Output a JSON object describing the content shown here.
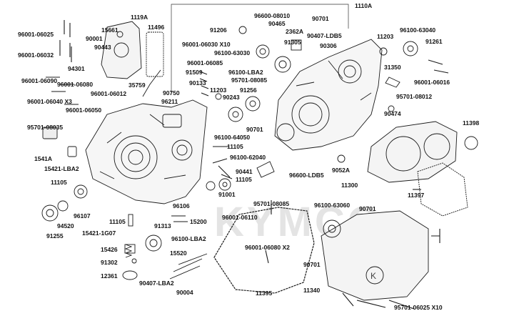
{
  "diagram": {
    "watermark": "KYMCO",
    "labels": [
      {
        "id": "p_1119A",
        "text": "1119A"
      },
      {
        "id": "p_15661",
        "text": "15661"
      },
      {
        "id": "p_90001",
        "text": "90001"
      },
      {
        "id": "p_90443",
        "text": "90443"
      },
      {
        "id": "p_11496",
        "text": "11496"
      },
      {
        "id": "p_96001_06025a",
        "text": "96001-06025"
      },
      {
        "id": "p_96001_06032",
        "text": "96001-06032"
      },
      {
        "id": "p_94301",
        "text": "94301"
      },
      {
        "id": "p_35759",
        "text": "35759"
      },
      {
        "id": "p_96001_06090",
        "text": "96001-06090"
      },
      {
        "id": "p_96001_06080",
        "text": "96001-06080"
      },
      {
        "id": "p_96001_06012",
        "text": "96001-06012"
      },
      {
        "id": "p_96001_06040",
        "text": "96001-06040 X3"
      },
      {
        "id": "p_96001_06050",
        "text": "96001-06050"
      },
      {
        "id": "p_95701_08035",
        "text": "95701-08035"
      },
      {
        "id": "p_1541A",
        "text": "1541A"
      },
      {
        "id": "p_15421_LBA2",
        "text": "15421-LBA2"
      },
      {
        "id": "p_11105a",
        "text": "11105"
      },
      {
        "id": "p_96107",
        "text": "96107"
      },
      {
        "id": "p_94520",
        "text": "94520"
      },
      {
        "id": "p_91255",
        "text": "91255"
      },
      {
        "id": "p_11105b",
        "text": "11105"
      },
      {
        "id": "p_15421_1G07",
        "text": "15421-1G07"
      },
      {
        "id": "p_15426",
        "text": "15426"
      },
      {
        "id": "p_91302",
        "text": "91302"
      },
      {
        "id": "p_12361",
        "text": "12361"
      },
      {
        "id": "p_1110A",
        "text": "1110A"
      },
      {
        "id": "p_96600_08010",
        "text": "96600-08010"
      },
      {
        "id": "p_90465",
        "text": "90465"
      },
      {
        "id": "p_90701a",
        "text": "90701"
      },
      {
        "id": "p_91206",
        "text": "91206"
      },
      {
        "id": "p_2362A",
        "text": "2362A"
      },
      {
        "id": "p_90407_LDB5",
        "text": "90407-LDB5"
      },
      {
        "id": "p_96001_06030",
        "text": "96001-06030 X10"
      },
      {
        "id": "p_96100_63030",
        "text": "96100-63030"
      },
      {
        "id": "p_91305",
        "text": "91305"
      },
      {
        "id": "p_90306",
        "text": "90306"
      },
      {
        "id": "p_96001_06085",
        "text": "96001-06085"
      },
      {
        "id": "p_91509",
        "text": "91509"
      },
      {
        "id": "p_96100_LBA2a",
        "text": "96100-LBA2"
      },
      {
        "id": "p_90133",
        "text": "90133"
      },
      {
        "id": "p_95701_08085a",
        "text": "95701-08085"
      },
      {
        "id": "p_90750",
        "text": "90750"
      },
      {
        "id": "p_11203a",
        "text": "11203"
      },
      {
        "id": "p_91256",
        "text": "91256"
      },
      {
        "id": "p_96211",
        "text": "96211"
      },
      {
        "id": "p_90243",
        "text": "90243"
      },
      {
        "id": "p_11203b",
        "text": "11203"
      },
      {
        "id": "p_96100_63040",
        "text": "96100-63040"
      },
      {
        "id": "p_91261",
        "text": "91261"
      },
      {
        "id": "p_31350",
        "text": "31350"
      },
      {
        "id": "p_96001_06016",
        "text": "96001-06016"
      },
      {
        "id": "p_95701_08012",
        "text": "95701-08012"
      },
      {
        "id": "p_90474",
        "text": "90474"
      },
      {
        "id": "p_90701b",
        "text": "90701"
      },
      {
        "id": "p_96100_64050",
        "text": "96100-64050"
      },
      {
        "id": "p_11105c",
        "text": "11105"
      },
      {
        "id": "p_96100_62040",
        "text": "96100-62040"
      },
      {
        "id": "p_11398",
        "text": "11398"
      },
      {
        "id": "p_90441",
        "text": "90441"
      },
      {
        "id": "p_11105d",
        "text": "11105"
      },
      {
        "id": "p_96600_LDB5",
        "text": "96600-LDB5"
      },
      {
        "id": "p_9052A",
        "text": "9052A"
      },
      {
        "id": "p_11300",
        "text": "11300"
      },
      {
        "id": "p_96106",
        "text": "96106"
      },
      {
        "id": "p_91001",
        "text": "91001"
      },
      {
        "id": "p_11397",
        "text": "11397"
      },
      {
        "id": "p_95701_08085b",
        "text": "95701-08085"
      },
      {
        "id": "p_96001_06110",
        "text": "96001-06110"
      },
      {
        "id": "p_91313",
        "text": "91313"
      },
      {
        "id": "p_15200",
        "text": "15200"
      },
      {
        "id": "p_96100_63060",
        "text": "96100-63060"
      },
      {
        "id": "p_90701c",
        "text": "90701"
      },
      {
        "id": "p_96100_LBA2b",
        "text": "96100-LBA2"
      },
      {
        "id": "p_96001_06080x2",
        "text": "96001-06080 X2"
      },
      {
        "id": "p_15520",
        "text": "15520"
      },
      {
        "id": "p_90701d",
        "text": "90701"
      },
      {
        "id": "p_90407_LBA2",
        "text": "90407-LBA2"
      },
      {
        "id": "p_90004",
        "text": "90004"
      },
      {
        "id": "p_11395",
        "text": "11395"
      },
      {
        "id": "p_11340",
        "text": "11340"
      },
      {
        "id": "p_95701_06025",
        "text": "95701-06025 X10"
      }
    ]
  }
}
